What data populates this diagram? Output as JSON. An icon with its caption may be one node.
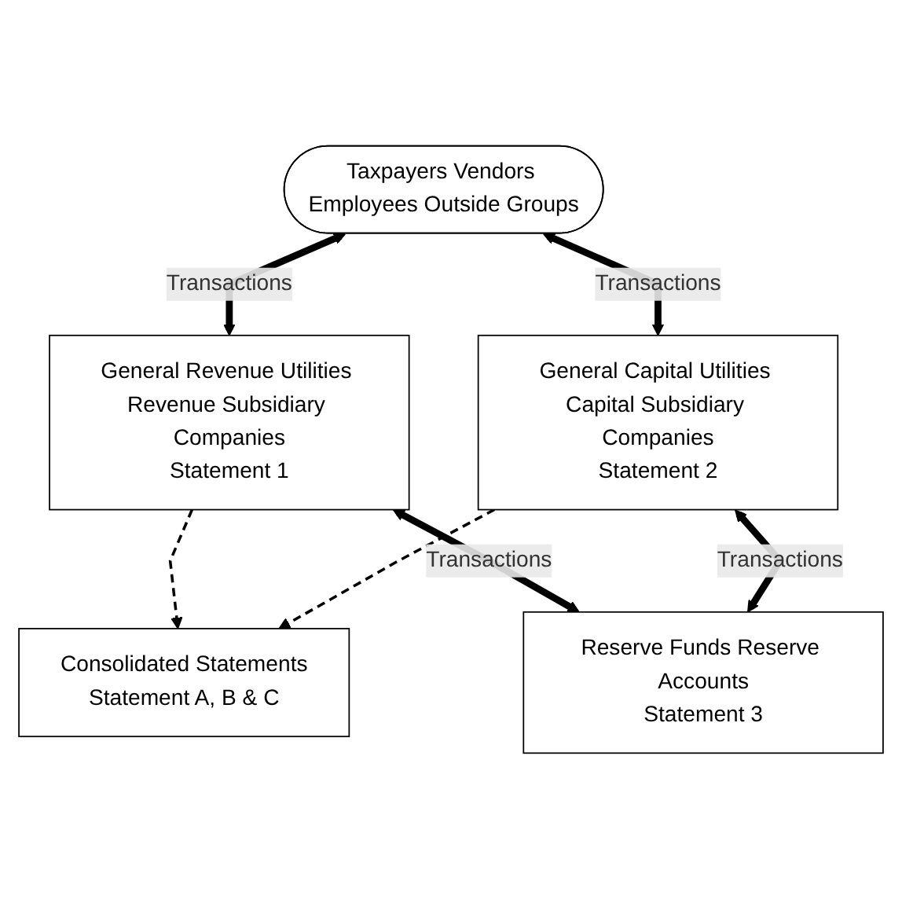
{
  "diagram": {
    "nodes": [
      {
        "text": [
          "Consolidated Statements",
          "Statement A, B & C"
        ]
      },
      {
        "text": [
          "Taxpayers Vendors Employees Outside Groups"
        ]
      },
      {
        "text": [
          "General Revenue Utilities Revenue Subsidiary Companies",
          "Statement 1"
        ]
      },
      {
        "text": [
          "General Capital Utilities Capital Subsidiary Companies",
          "Statement 2"
        ]
      },
      {
        "text": [
          "Reserve Funds Reserve Accounts",
          "Statement 3"
        ]
      }
    ],
    "edges": [
      {
        "from": 2,
        "to": 0,
        "arrow": "to",
        "style": "dashed"
      },
      {
        "from": 3,
        "to": 0,
        "arrow": "to",
        "style": "dashed"
      },
      {
        "from": 1,
        "to": 2,
        "arrow": "both",
        "label": "Transactions"
      },
      {
        "from": 1,
        "to": 3,
        "arrow": "both",
        "label": "Transactions"
      },
      {
        "from": 2,
        "to": 4,
        "arrow": "both",
        "label": "Transactions"
      },
      {
        "from": 3,
        "to": 4,
        "arrow": "both",
        "label": "Transactions"
      }
    ]
  }
}
